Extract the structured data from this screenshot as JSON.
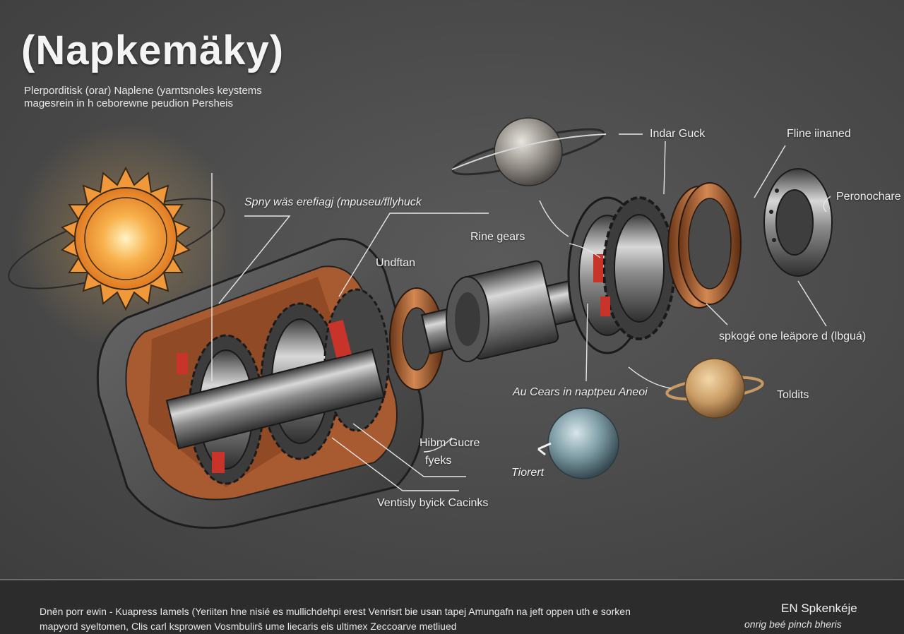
{
  "header": {
    "title": "(Napkemäky)",
    "subtitle_line1": "Plerporditisk (orar) Naplene (yarntsnoles keystems",
    "subtitle_line2": "magesrein in h ceborewne peudion Persheis"
  },
  "labels": {
    "spring": "Spny wäs erefiagj (mpuseu/fllyhuck",
    "undftan": "Undftan",
    "rine_gears": "Rine gears",
    "indar_guck": "Indar Guck",
    "fline_inaned": "Fline iinaned",
    "peronochare": "Peronochare",
    "spokge": "spkogé one leäpore d (lbguá)",
    "au_cears": "Au Cears in naptpeu Aneoi",
    "toldits": "Toldits",
    "hibm_gucre": "Hibm Gucre",
    "fyeks": "fyeks",
    "tiorert": "Tiorert",
    "ventisly": "Ventisly byick Cacinks"
  },
  "footer": {
    "line1": "Dnên porr ewin - Kuapress Iamels (Yeriiten hne nisié es mullichdehpi erest Venrisrt bie usan tapej Amungafn na jeft oppen uth e sorken",
    "line2": "mapyord syeltomen, Clis carl ksprowen Vosmbulirš ume liecaris eis ultimex Zeccoarve metliued",
    "brand": "EN Spkenkéje",
    "tagline": "onrig beé pinch bheris"
  },
  "colors": {
    "background": "#4b4b4b",
    "metal": "#8a8a8a",
    "copper": "#b0663a",
    "sun": "#f5a13c",
    "accent_red": "#c8332a",
    "footer_bg": "#2c2c2c"
  }
}
